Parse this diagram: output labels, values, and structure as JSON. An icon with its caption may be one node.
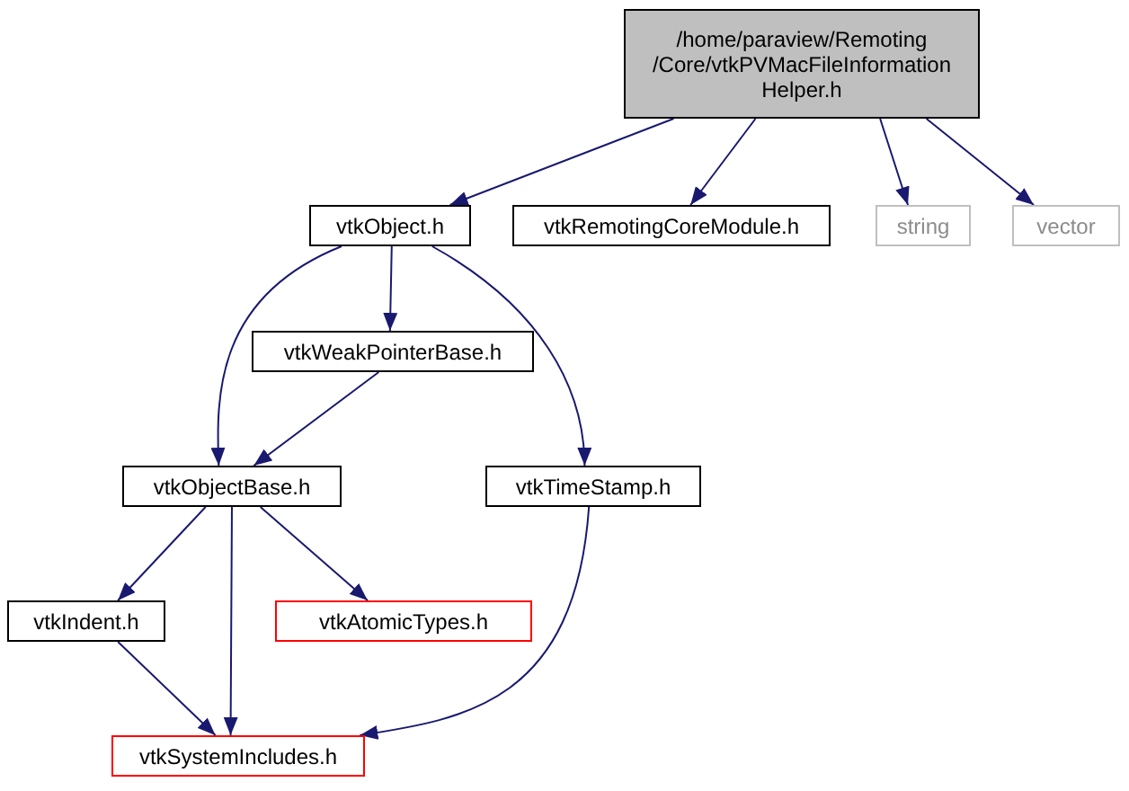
{
  "diagram": {
    "nodes": [
      {
        "text": [
          "/home/paraview/Remoting /Core/vtkPVMacFileInformation Helper.h"
        ]
      },
      {
        "text": [
          "vtkObject.h"
        ]
      },
      {
        "text": [
          "vtkRemotingCoreModule.h"
        ]
      },
      {
        "text": [
          "string"
        ]
      },
      {
        "text": [
          "vector"
        ]
      },
      {
        "text": [
          "vtkWeakPointerBase.h"
        ]
      },
      {
        "text": [
          "vtkObjectBase.h"
        ]
      },
      {
        "text": [
          "vtkTimeStamp.h"
        ]
      },
      {
        "text": [
          "vtkIndent.h"
        ]
      },
      {
        "text": [
          "vtkAtomicTypes.h"
        ]
      },
      {
        "text": [
          "vtkSystemIncludes.h"
        ]
      }
    ],
    "edges": [
      {
        "from": 0,
        "to": 1,
        "arrow": "to",
        "color": "#191970"
      },
      {
        "from": 0,
        "to": 2,
        "arrow": "to",
        "color": "#191970"
      },
      {
        "from": 0,
        "to": 3,
        "arrow": "to",
        "color": "#191970"
      },
      {
        "from": 0,
        "to": 4,
        "arrow": "to",
        "color": "#191970"
      },
      {
        "from": 1,
        "to": 5,
        "arrow": "to",
        "color": "#191970"
      },
      {
        "from": 1,
        "to": 6,
        "arrow": "to",
        "color": "#191970"
      },
      {
        "from": 1,
        "to": 7,
        "arrow": "to",
        "color": "#191970"
      },
      {
        "from": 5,
        "to": 6,
        "arrow": "to",
        "color": "#191970"
      },
      {
        "from": 6,
        "to": 8,
        "arrow": "to",
        "color": "#191970"
      },
      {
        "from": 6,
        "to": 10,
        "arrow": "to",
        "color": "#191970"
      },
      {
        "from": 6,
        "to": 9,
        "arrow": "to",
        "color": "#191970"
      },
      {
        "from": 8,
        "to": 10,
        "arrow": "to",
        "color": "#191970"
      },
      {
        "from": 7,
        "to": 10,
        "arrow": "to",
        "color": "#191970"
      }
    ]
  }
}
